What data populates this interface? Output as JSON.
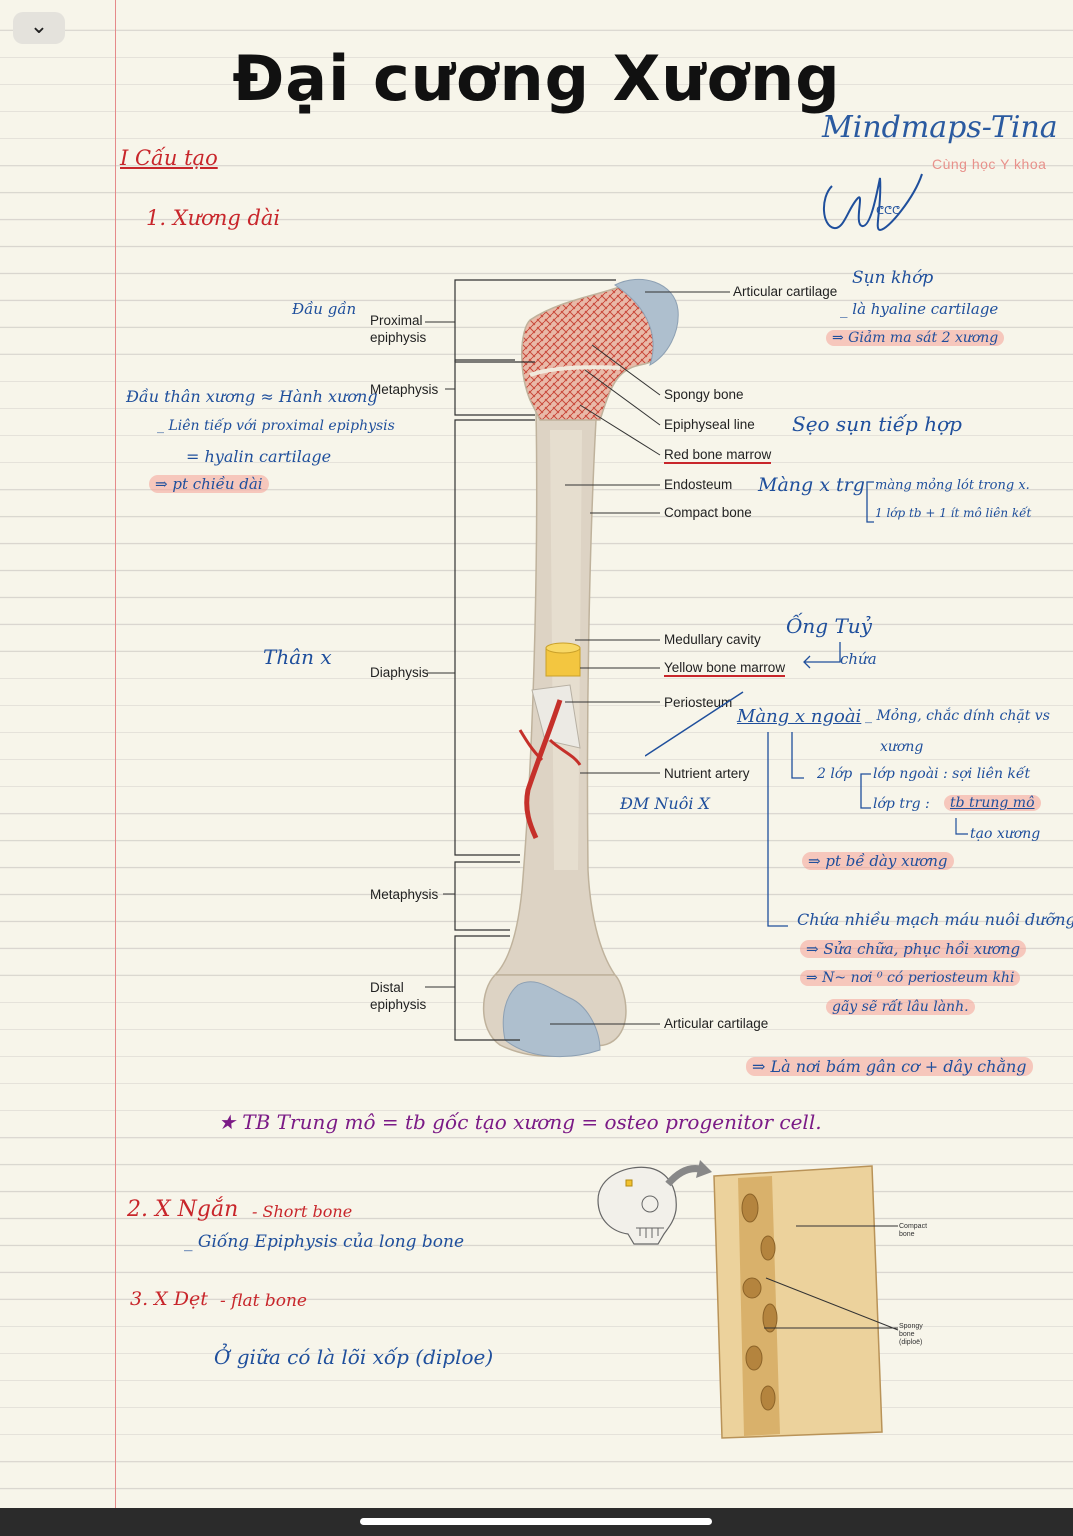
{
  "ui": {
    "back_icon": "chevron-down-icon"
  },
  "title": "Đại cương Xương",
  "brand": {
    "name": "Mindmaps-Tina",
    "tagline": "Cùng học Y khoa"
  },
  "section1": {
    "heading": "I Cấu tạo",
    "sub1": "1. Xương dài"
  },
  "left_notes": {
    "dau_gan": "Đầu gần",
    "metaphysis_note": "Đầu thân xương ≈ Hành xương",
    "lien_tiep": "_ Liên tiếp với proximal epiphysis",
    "hyalin": "= hyalin cartilage",
    "pt_chieu_dai": "⇒ pt chiều dài",
    "than_x": "Thân x"
  },
  "diagram_labels": {
    "articular_cartilage_top": "Articular cartilage",
    "proximal_epiphysis_1": "Proximal",
    "proximal_epiphysis_2": "epiphysis",
    "metaphysis_top": "Metaphysis",
    "spongy_bone": "Spongy bone",
    "epiphyseal_line": "Epiphyseal line",
    "red_bone_marrow": "Red bone marrow",
    "endosteum": "Endosteum",
    "compact_bone": "Compact bone",
    "medullary_cavity": "Medullary cavity",
    "yellow_bone_marrow": "Yellow bone marrow",
    "diaphysis": "Diaphysis",
    "periosteum": "Periosteum",
    "nutrient_artery": "Nutrient artery",
    "metaphysis_bottom": "Metaphysis",
    "distal_epiphysis_1": "Distal",
    "distal_epiphysis_2": "epiphysis",
    "articular_cartilage_bottom": "Articular cartilage"
  },
  "right_notes": {
    "sun_khop": "Sụn khớp",
    "hyaline": "_ là hyaline cartilage",
    "giam_ma_sat": "⇒ Giảm ma sát 2 xương",
    "seo_sun": "Sẹo sụn tiếp hợp",
    "mang_x_trg": "Màng x trg",
    "mang_mong": "màng mỏng lót trong x.",
    "lop_tb": "1 lớp tb + 1 ít mô liên kết",
    "ong_tuy": "Ống Tuỷ",
    "chua": "chứa",
    "mang_x_ngoai": "Màng x ngoài",
    "mong_chac": "_ Mỏng, chắc dính chặt vs",
    "xuong": "xương",
    "hai_lop": "2 lớp",
    "lop_ngoai": "lớp ngoài : sợi liên kết",
    "lop_trg": "lớp trg :",
    "tb_trung_mo": "tb trung mô",
    "tao_xuong": "tạo xương",
    "pt_be_day": "⇒ pt bề dày xương",
    "dm_nuoi": "ĐM Nuôi X",
    "chua_nhieu": "Chứa nhiều mạch máu nuôi dưỡng",
    "sua_chua": "⇒ Sửa chữa, phục hồi xương",
    "n_noi": "⇒ N~ nơi ⁰ có periosteum khi",
    "gay_se": "gãy sẽ rất lâu lành.",
    "la_noi_bam": "⇒ Là nơi bám gân cơ + dây chằng"
  },
  "note_tb": "★ TB Trung mô = tb gốc tạo xương = osteo progenitor cell.",
  "section2": {
    "heading_num": "2. X Ngắn",
    "heading_en": "- Short bone",
    "detail": "_ Giống Epiphysis của long bone"
  },
  "section3": {
    "heading_num": "3. X Dẹt",
    "heading_en": "- flat bone",
    "detail": "Ở giữa có là lõi xốp (diploe)"
  },
  "flat_bone_labels": {
    "compact_1": "Compact",
    "compact_2": "bone",
    "spongy_1": "Spongy",
    "spongy_2": "bone",
    "spongy_3": "(diploë)"
  },
  "colors": {
    "paper": "#f7f5ea",
    "rule": "#d9d6cf",
    "margin": "#e58a8a",
    "red_ink": "#c8262b",
    "blue_ink": "#1f4f9c",
    "purple_ink": "#7b1a86",
    "highlight": "#f5a096"
  }
}
